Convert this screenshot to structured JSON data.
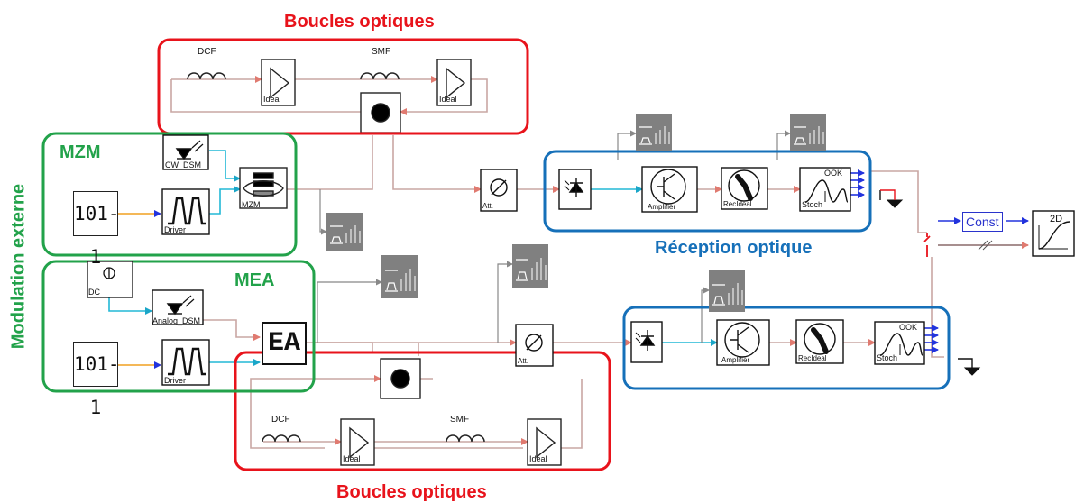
{
  "labels": {
    "loops_top": "Boucles optiques",
    "loops_bottom": "Boucles optiques",
    "mzm": "MZM",
    "mea": "MEA",
    "external_modulation": "Modulation externe",
    "optical_reception": "Réception optique"
  },
  "blocks": {
    "dcf": "DCF",
    "smf": "SMF",
    "ideal": "Ideal",
    "cw_dsm": "CW_DSM",
    "analog_dsm": "Analog_DSM",
    "driver": "Driver",
    "mzm_block": "MZM",
    "dc": "DC",
    "bit_source": "101-1",
    "ea": "EA",
    "att": "Att.",
    "amplifier": "Amplifier",
    "recideal": "RecIdeal",
    "stoch": "Stoch",
    "ook": "OOK",
    "const": "Const",
    "plot_2d": "2D"
  },
  "colors": {
    "loop_border": "#e8131b",
    "modulation_border": "#22a24a",
    "reception_border": "#1670b9",
    "optical_wire": "#c9a7a3",
    "electrical_wire": "#22b8d6",
    "digital_wire": "#f0a020",
    "scope_bg": "#808080"
  }
}
